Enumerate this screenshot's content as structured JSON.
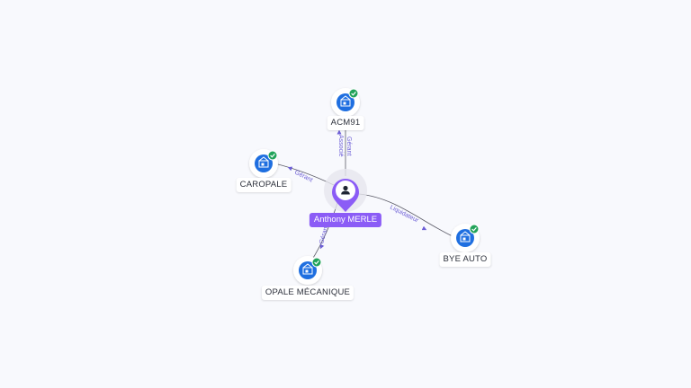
{
  "colors": {
    "background": "#f8f9fd",
    "edge": "#5a5a66",
    "edge_label": "#6d5fd6",
    "company_icon": "#1f6fe0",
    "status_badge": "#22a35a",
    "person_accent": "#8b5cf6"
  },
  "person": {
    "name": "Anthony MERLE",
    "icon": "person-icon"
  },
  "companies": [
    {
      "name": "ACM91",
      "icon": "building-icon",
      "status_icon": "check-icon"
    },
    {
      "name": "CAROPALE",
      "icon": "building-icon",
      "status_icon": "check-icon"
    },
    {
      "name": "BYE AUTO",
      "icon": "building-icon",
      "status_icon": "check-icon"
    },
    {
      "name": "OPALE MÉCANIQUE",
      "icon": "building-icon",
      "status_icon": "check-icon"
    }
  ],
  "relations": [
    {
      "company": "ACM91",
      "roles": [
        "Gérant",
        "Associé"
      ]
    },
    {
      "company": "CAROPALE",
      "roles": [
        "Gérant"
      ]
    },
    {
      "company": "BYE AUTO",
      "roles": [
        "Liquidateur"
      ]
    },
    {
      "company": "OPALE MÉCANIQUE",
      "roles": [
        "Gérant"
      ]
    }
  ]
}
